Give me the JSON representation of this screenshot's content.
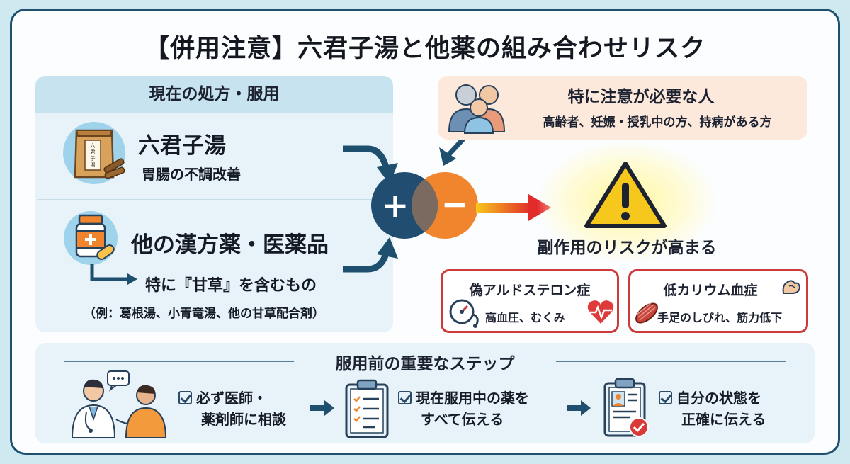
{
  "title": "【併用注意】六君子湯と他薬の組み合わせリスク",
  "current": {
    "header": "現在の処方・服用",
    "drug1": {
      "name": "六君子湯",
      "desc": "胃腸の不調改善",
      "package_label": "六君子湯"
    },
    "drug2": {
      "name": "他の漢方薬・医薬品",
      "note": "特に『甘草』を含むもの",
      "example": "（例：葛根湯、小青竜湯、他の甘草配合剤）"
    }
  },
  "caution": {
    "title": "特に注意が必要な人",
    "desc": "高齢者、妊娠・授乳中の方、持病がある方"
  },
  "symbols": {
    "plus": "+",
    "minus": "−"
  },
  "risk": {
    "label": "副作用のリスクが高まる",
    "box1": {
      "title": "偽アルドステロン症",
      "desc": "高血圧、むくみ"
    },
    "box2": {
      "title": "低カリウム血症",
      "desc": "手足のしびれ、筋力低下"
    }
  },
  "steps": {
    "title": "服用前の重要なステップ",
    "step1": {
      "line1": "必ず医師・",
      "line2": "薬剤師に相談"
    },
    "step2": {
      "line1": "現在服用中の薬を",
      "line2": "すべて伝える"
    },
    "step3": {
      "line1": "自分の状態を",
      "line2": "正確に伝える"
    }
  },
  "colors": {
    "navy": "#1f4f6e",
    "orange": "#f0852d",
    "red": "#cc3a3a",
    "warning_yellow": "#f6c81d"
  },
  "icons": [
    "herb-package-icon",
    "medicine-bottle-icon",
    "people-group-icon",
    "warning-icon",
    "blood-pressure-icon",
    "heart-icon",
    "muscle-icon",
    "doctor-consult-icon",
    "clipboard-list-icon",
    "profile-check-icon",
    "checkbox-icon",
    "arrow-icon"
  ]
}
